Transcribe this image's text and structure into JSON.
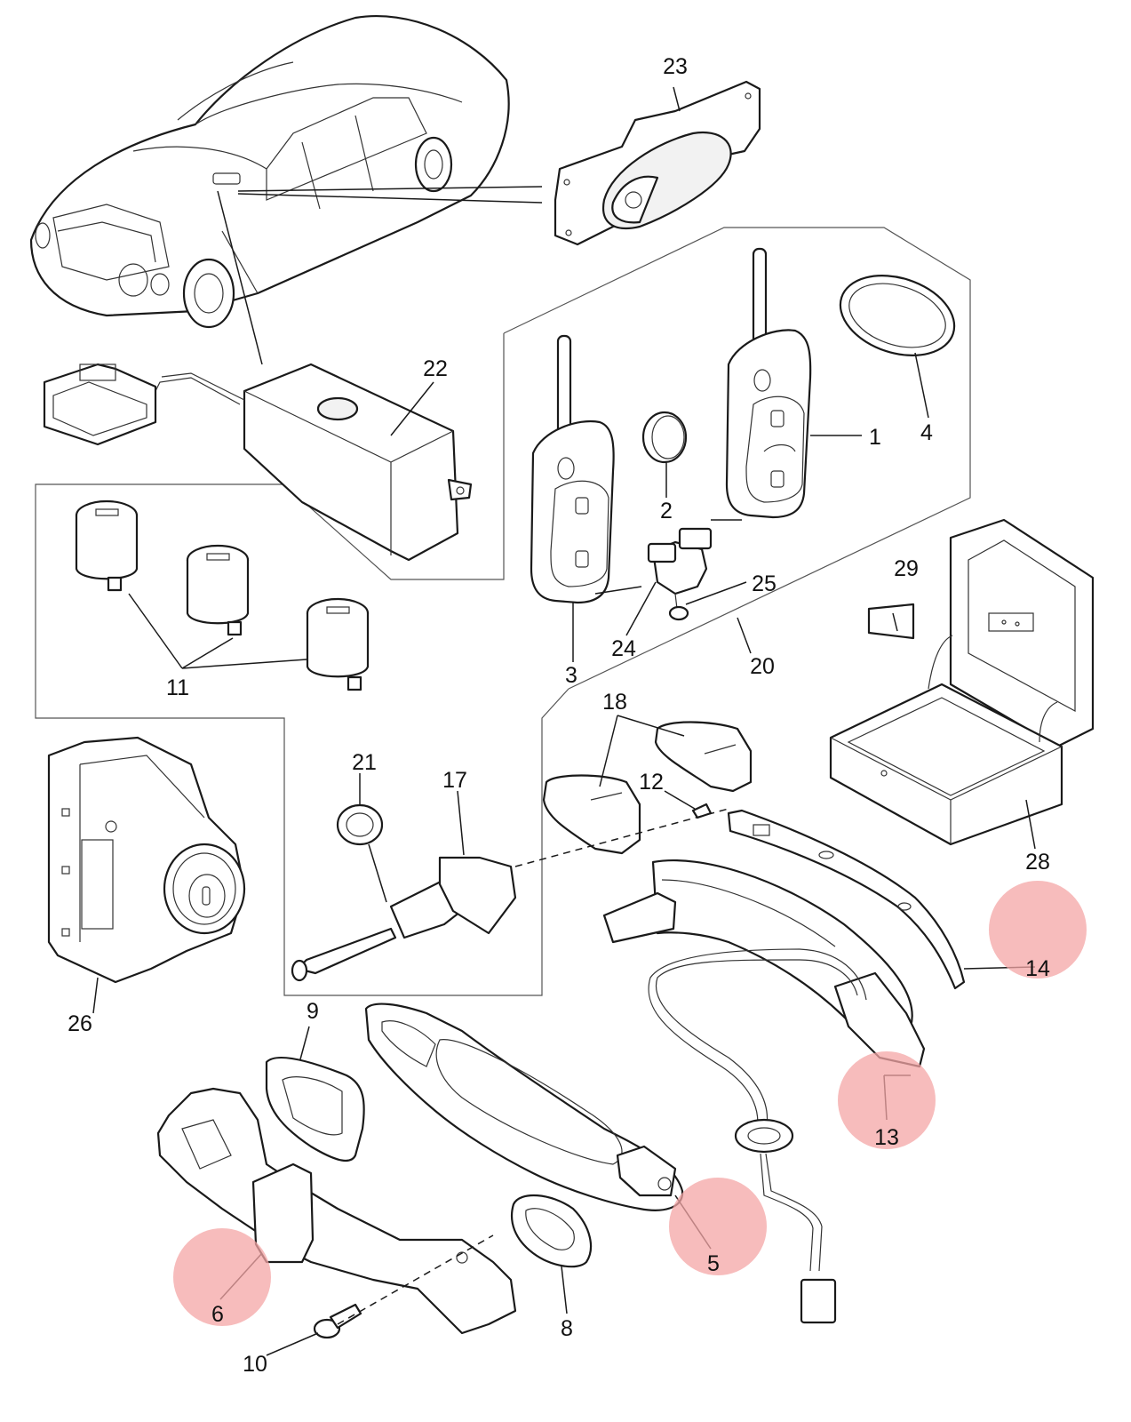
{
  "highlight_color": "#f4a6a6",
  "labels": {
    "l1": "1",
    "l2": "2",
    "l3": "3",
    "l4": "4",
    "l5": "5",
    "l6": "6",
    "l8": "8",
    "l9": "9",
    "l10": "10",
    "l11": "11",
    "l12": "12",
    "l13": "13",
    "l14": "14",
    "l17": "17",
    "l18": "18",
    "l20": "20",
    "l21": "21",
    "l22": "22",
    "l23": "23",
    "l24": "24",
    "l25": "25",
    "l26": "26",
    "l28": "28",
    "l29": "29"
  },
  "highlighted_parts": [
    "5",
    "6",
    "13",
    "14"
  ]
}
